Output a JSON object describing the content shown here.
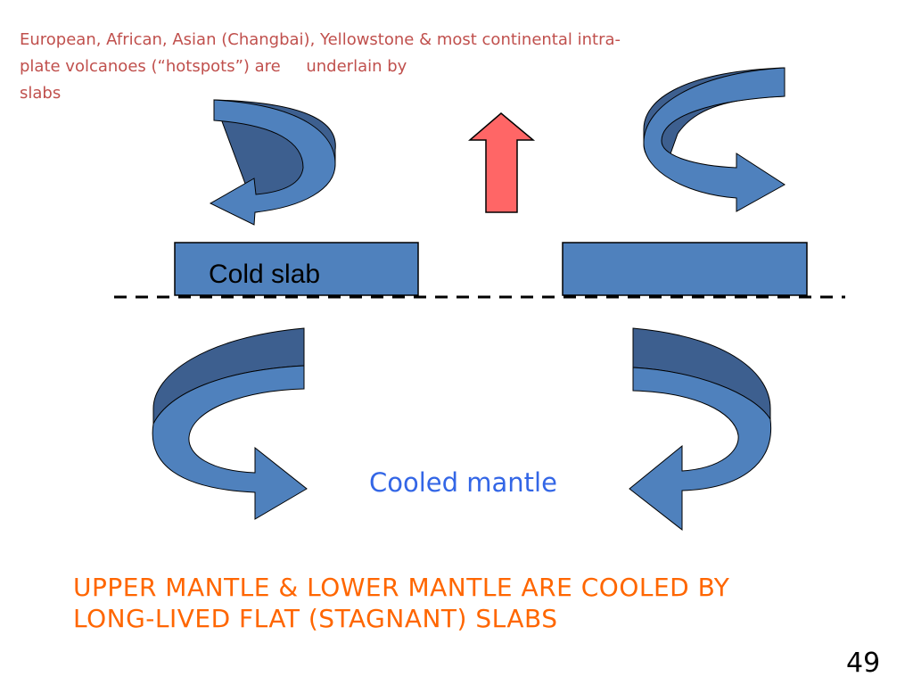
{
  "slide": {
    "header_lines": [
      "European, African, Asian (Changbai), Yellowstone & most continental intra-",
      "plate volcanoes (“hotspots”) are     underlain by",
      "slabs"
    ],
    "cold_slab_label": "Cold slab",
    "cooled_mantle_label": "Cooled mantle",
    "conclusion_lines": [
      "UPPER MANTLE & LOWER MANTLE ARE COOLED BY",
      "LONG-LIVED FLAT (STAGNANT) SLABS"
    ],
    "page_number": "49"
  },
  "colors": {
    "header_text": "#c0504d",
    "slab_fill": "#4f81bd",
    "slab_stroke": "#000000",
    "arrow_top": "#3d5f8f",
    "arrow_body": "#4f81bd",
    "upwelling_arrow": "#ff6666",
    "cooled_mantle_text": "#3366e6",
    "conclusion_text": "#ff6600"
  }
}
